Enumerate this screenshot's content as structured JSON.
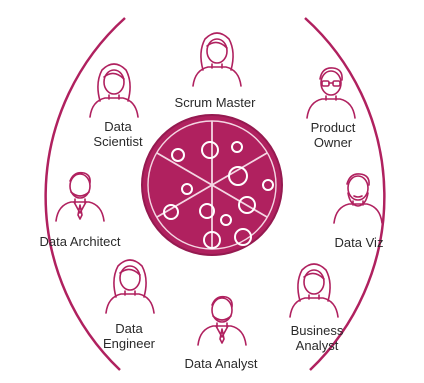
{
  "colors": {
    "accent": "#b0215f",
    "accent_dark": "#951a50",
    "pizza_line": "#f4d6e3",
    "outline": "#b0215f",
    "text": "#2a2a2a"
  },
  "roles": [
    {
      "id": "scrum-master",
      "lines": [
        "Scrum Master"
      ],
      "icon": "woman-avatar-icon"
    },
    {
      "id": "product-owner",
      "lines": [
        "Product",
        "Owner"
      ],
      "icon": "man-with-glasses-avatar-icon"
    },
    {
      "id": "data-viz",
      "lines": [
        "Data Viz"
      ],
      "icon": "bearded-man-avatar-icon"
    },
    {
      "id": "business-analyst",
      "lines": [
        "Business",
        "Analyst"
      ],
      "icon": "woman-avatar-icon"
    },
    {
      "id": "data-analyst",
      "lines": [
        "Data Analyst"
      ],
      "icon": "man-in-suit-avatar-icon"
    },
    {
      "id": "data-engineer",
      "lines": [
        "Data",
        "Engineer"
      ],
      "icon": "woman-avatar-icon"
    },
    {
      "id": "data-architect",
      "lines": [
        "Data Architect"
      ],
      "icon": "man-in-suit-avatar-icon"
    },
    {
      "id": "data-scientist",
      "lines": [
        "Data",
        "Scientist"
      ],
      "icon": "woman-avatar-icon"
    }
  ]
}
